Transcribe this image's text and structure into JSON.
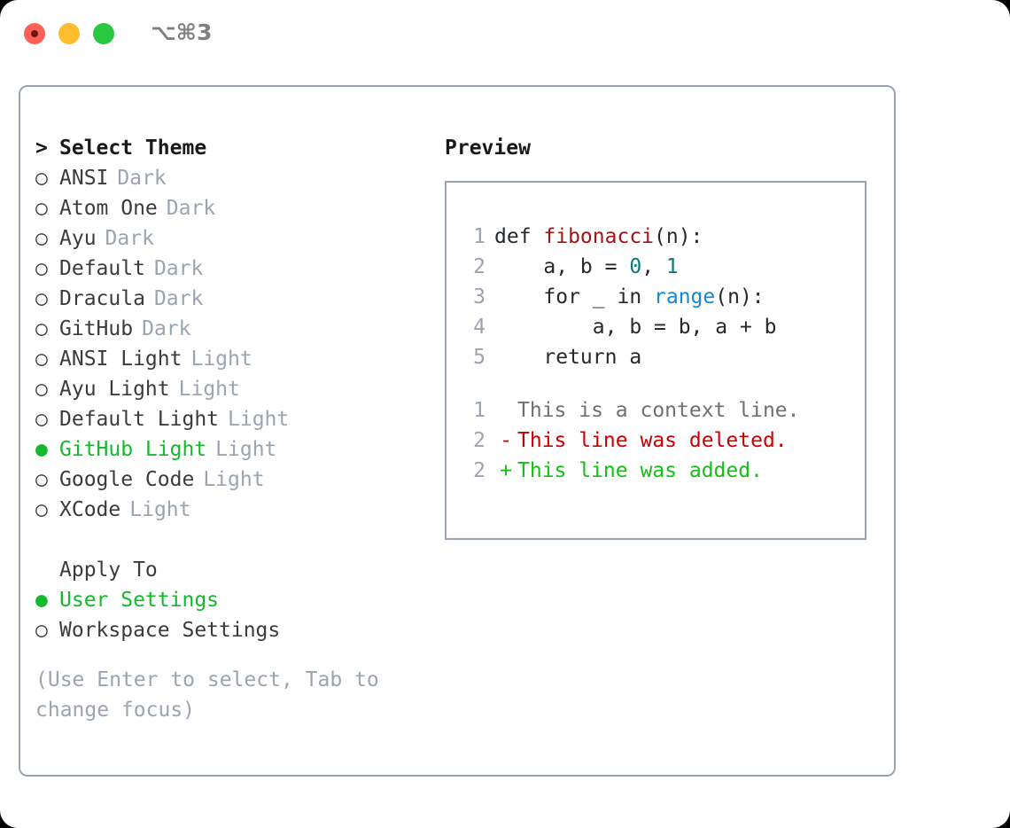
{
  "titlebar": {
    "shortcut": "⌥⌘3",
    "lights": [
      "close-red",
      "minimize-yellow",
      "maximize-green"
    ]
  },
  "theme_selector": {
    "header_marker": ">",
    "header": "Select Theme",
    "unselected_marker": "○",
    "selected_marker": "●",
    "items": [
      {
        "name": "ANSI",
        "kind": "Dark",
        "selected": false
      },
      {
        "name": "Atom One",
        "kind": "Dark",
        "selected": false
      },
      {
        "name": "Ayu",
        "kind": "Dark",
        "selected": false
      },
      {
        "name": "Default",
        "kind": "Dark",
        "selected": false
      },
      {
        "name": "Dracula",
        "kind": "Dark",
        "selected": false
      },
      {
        "name": "GitHub",
        "kind": "Dark",
        "selected": false
      },
      {
        "name": "ANSI Light",
        "kind": "Light",
        "selected": false
      },
      {
        "name": "Ayu Light",
        "kind": "Light",
        "selected": false
      },
      {
        "name": "Default Light",
        "kind": "Light",
        "selected": false
      },
      {
        "name": "GitHub Light",
        "kind": "Light",
        "selected": true
      },
      {
        "name": "Google Code",
        "kind": "Light",
        "selected": false
      },
      {
        "name": "XCode",
        "kind": "Light",
        "selected": false
      }
    ]
  },
  "apply_to": {
    "header": "Apply To",
    "items": [
      {
        "name": "User Settings",
        "selected": true
      },
      {
        "name": "Workspace Settings",
        "selected": false
      }
    ]
  },
  "hint": "(Use Enter to select, Tab to change focus)",
  "preview": {
    "title": "Preview",
    "code_lines": [
      {
        "num": "1",
        "segments": [
          {
            "text": "def ",
            "cls": "code-text"
          },
          {
            "text": "fibonacci",
            "cls": "tok-fn"
          },
          {
            "text": "(n):",
            "cls": "code-text"
          }
        ]
      },
      {
        "num": "2",
        "segments": [
          {
            "text": "    a, b = ",
            "cls": "code-text"
          },
          {
            "text": "0",
            "cls": "tok-num"
          },
          {
            "text": ", ",
            "cls": "code-text"
          },
          {
            "text": "1",
            "cls": "tok-num"
          }
        ]
      },
      {
        "num": "3",
        "segments": [
          {
            "text": "    for _ in ",
            "cls": "code-text"
          },
          {
            "text": "range",
            "cls": "tok-kw"
          },
          {
            "text": "(n):",
            "cls": "code-text"
          }
        ]
      },
      {
        "num": "4",
        "segments": [
          {
            "text": "        a, b = b, a + b",
            "cls": "code-text"
          }
        ]
      },
      {
        "num": "5",
        "segments": [
          {
            "text": "    return a",
            "cls": "code-text"
          }
        ]
      }
    ],
    "diff_lines": [
      {
        "num": "1",
        "mark": " ",
        "text": "This is a context line.",
        "cls": "diff-context"
      },
      {
        "num": "2",
        "mark": "-",
        "text": "This line was deleted.",
        "cls": "diff-del"
      },
      {
        "num": "2",
        "mark": "+",
        "text": "This line was added.",
        "cls": "diff-add"
      }
    ]
  },
  "colors": {
    "accent_green": "#16b82e",
    "muted": "#9aa5b1",
    "border": "#9aa5b1",
    "text": "#3b3b3b",
    "fn_red": "#a31515",
    "num_teal": "#0d7a7a",
    "kw_blue": "#1389d4",
    "diff_del": "#cc0000",
    "diff_add": "#13c113",
    "light_red": "#ff6159",
    "light_yellow": "#ffbd2e",
    "light_green": "#28c840"
  }
}
